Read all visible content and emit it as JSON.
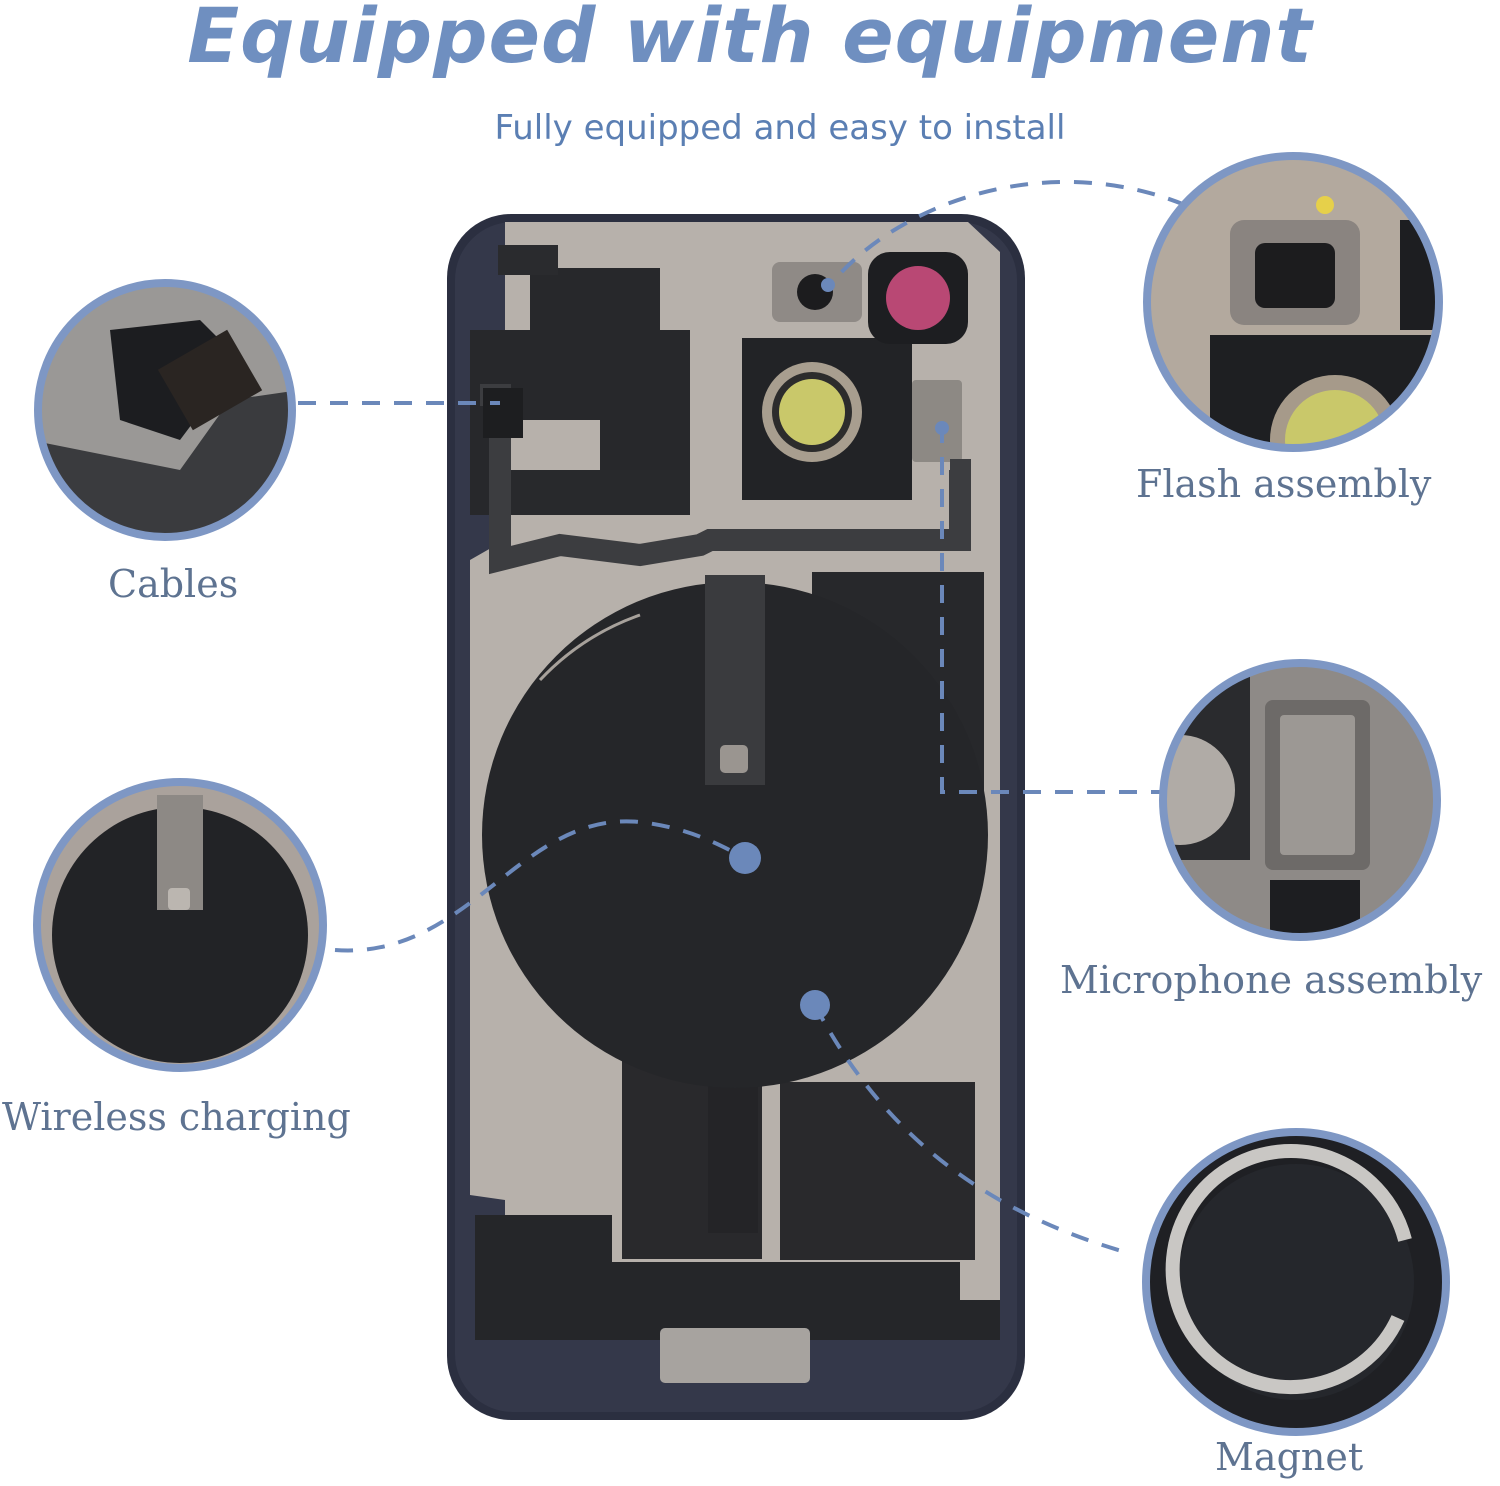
{
  "title": "Equipped with equipment",
  "subtitle": "Fully equipped and easy to install",
  "callouts": {
    "cables": "Cables",
    "flash": "Flash assembly",
    "microphone": "Microphone assembly",
    "wireless": "Wireless charging",
    "magnet": "Magnet"
  },
  "colors": {
    "accent": "#6f8fc0",
    "callout_line": "#6b88ba",
    "ring": "#7e97c4",
    "phone_frame": "#2b2f40",
    "plate": "#b9b3ad",
    "pad": "#252629",
    "camera_lens": "#c9c86a",
    "flash_lens": "#b94874"
  }
}
